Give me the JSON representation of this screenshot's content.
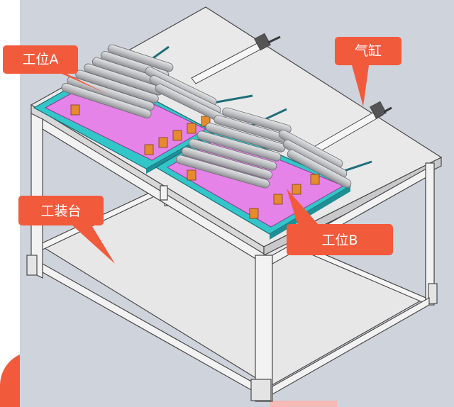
{
  "callouts": {
    "station_a": "工位A",
    "cylinder": "气缸",
    "fixture_table": "工装台",
    "station_b": "工位B"
  },
  "colors": {
    "callout": "#f25a3c",
    "background": "#cfd3dc",
    "table_top": "#e9e9ea",
    "frame": "#f2f2f2",
    "frame_edge": "#4a4a4a",
    "plate_cyan": "#33c6c9",
    "plate_magenta": "#e583e8",
    "roller": "#c3c4c6",
    "bracket_orange": "#e58a2e"
  },
  "icons": [
    "pneumatic-cylinder",
    "roller-bar",
    "bracket-block"
  ]
}
